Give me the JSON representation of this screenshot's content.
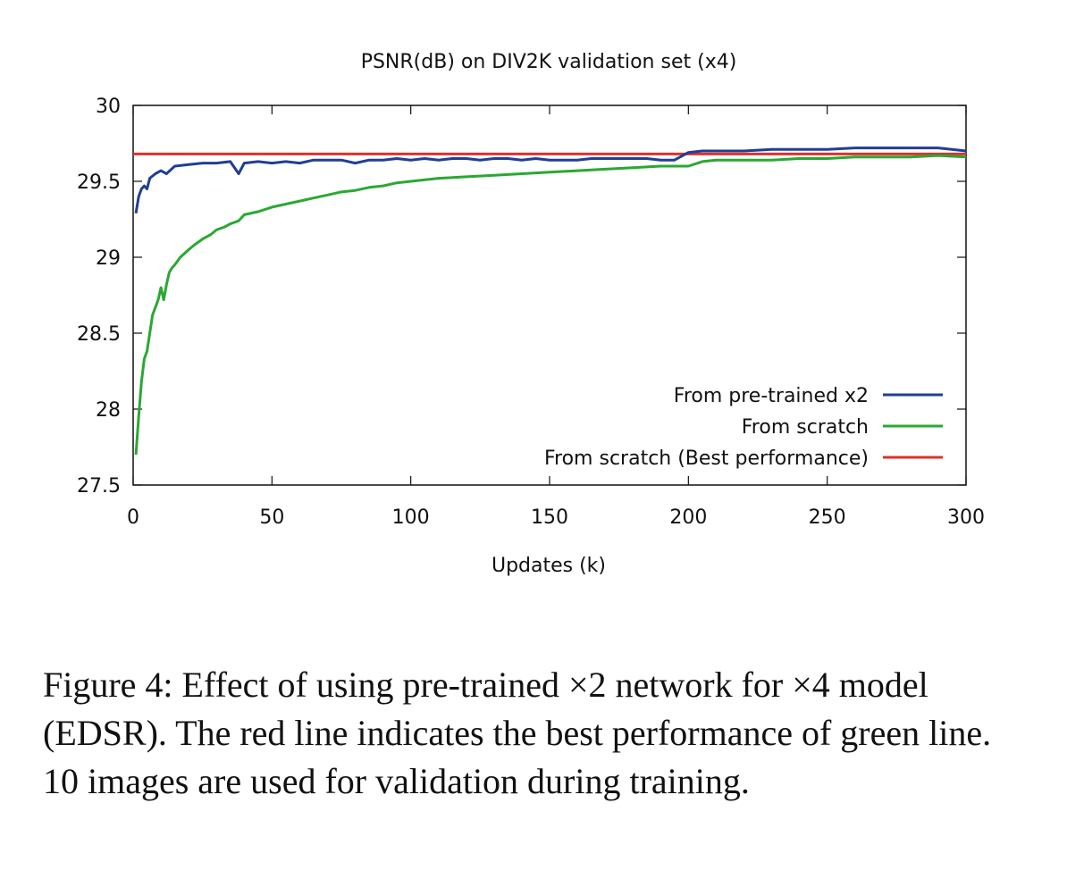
{
  "chart_data": {
    "type": "line",
    "title": "PSNR(dB) on DIV2K validation set (x4)",
    "xlabel": "Updates (k)",
    "ylabel": "",
    "xlim": [
      0,
      300
    ],
    "ylim": [
      27.5,
      30
    ],
    "xticks": [
      0,
      50,
      100,
      150,
      200,
      250,
      300
    ],
    "yticks": [
      27.5,
      28,
      28.5,
      29,
      29.5,
      30
    ],
    "grid": false,
    "legend_position": "bottom-right",
    "series": [
      {
        "name": "From pre-trained x2",
        "color": "#1f3f95",
        "x": [
          1,
          2,
          3,
          4,
          5,
          6,
          8,
          10,
          12,
          15,
          20,
          25,
          30,
          35,
          38,
          40,
          45,
          50,
          55,
          60,
          65,
          70,
          75,
          80,
          85,
          90,
          95,
          100,
          105,
          110,
          115,
          120,
          125,
          130,
          135,
          140,
          145,
          150,
          155,
          160,
          165,
          170,
          175,
          180,
          185,
          190,
          195,
          200,
          205,
          210,
          220,
          230,
          240,
          250,
          260,
          270,
          280,
          290,
          300
        ],
        "y": [
          29.29,
          29.4,
          29.45,
          29.47,
          29.45,
          29.52,
          29.55,
          29.57,
          29.55,
          29.6,
          29.61,
          29.62,
          29.62,
          29.63,
          29.55,
          29.62,
          29.63,
          29.62,
          29.63,
          29.62,
          29.64,
          29.64,
          29.64,
          29.62,
          29.64,
          29.64,
          29.65,
          29.64,
          29.65,
          29.64,
          29.65,
          29.65,
          29.64,
          29.65,
          29.65,
          29.64,
          29.65,
          29.64,
          29.64,
          29.64,
          29.65,
          29.65,
          29.65,
          29.65,
          29.65,
          29.64,
          29.64,
          29.69,
          29.7,
          29.7,
          29.7,
          29.71,
          29.71,
          29.71,
          29.72,
          29.72,
          29.72,
          29.72,
          29.7
        ]
      },
      {
        "name": "From scratch",
        "color": "#2aa832",
        "x": [
          1,
          2,
          3,
          4,
          5,
          6,
          7,
          8,
          9,
          10,
          11,
          12,
          13,
          14,
          15,
          17,
          20,
          22,
          25,
          28,
          30,
          33,
          35,
          38,
          40,
          45,
          50,
          55,
          60,
          65,
          70,
          75,
          80,
          85,
          90,
          95,
          100,
          110,
          120,
          130,
          140,
          150,
          160,
          170,
          180,
          190,
          199,
          200,
          205,
          210,
          220,
          230,
          240,
          250,
          260,
          270,
          280,
          290,
          300
        ],
        "y": [
          27.7,
          27.95,
          28.18,
          28.33,
          28.38,
          28.5,
          28.62,
          28.67,
          28.72,
          28.8,
          28.72,
          28.82,
          28.9,
          28.93,
          28.95,
          29.0,
          29.05,
          29.08,
          29.12,
          29.15,
          29.18,
          29.2,
          29.22,
          29.24,
          29.28,
          29.3,
          29.33,
          29.35,
          29.37,
          29.39,
          29.41,
          29.43,
          29.44,
          29.46,
          29.47,
          29.49,
          29.5,
          29.52,
          29.53,
          29.54,
          29.55,
          29.56,
          29.57,
          29.58,
          29.59,
          29.6,
          29.6,
          29.6,
          29.63,
          29.64,
          29.64,
          29.64,
          29.65,
          29.65,
          29.66,
          29.66,
          29.66,
          29.67,
          29.66
        ]
      },
      {
        "name": "From scratch (Best performance)",
        "color": "#e0302a",
        "x": [
          0,
          300
        ],
        "y": [
          29.68,
          29.68
        ]
      }
    ]
  },
  "caption": "Figure 4: Effect of using pre-trained ×2 network for ×4 model (EDSR). The red line indicates the best performance of green line. 10 images are used for validation during training."
}
